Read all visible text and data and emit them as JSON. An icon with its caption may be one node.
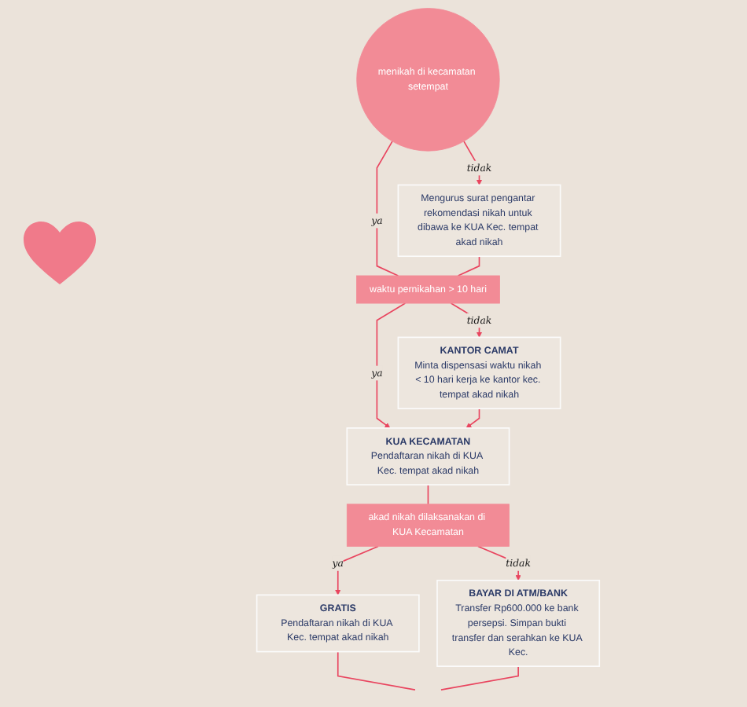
{
  "diagram": {
    "nodes": [
      {
        "text": [
          "Mengurus surat pengantar rekomendasi nikah untuk dibawa ke KUA Kec. tempat akad nikah"
        ]
      },
      {
        "text": [
          "menikah di kecamatan setempat"
        ]
      },
      {
        "text": [
          "waktu pernikahan > 10 hari"
        ]
      },
      {
        "text": [
          "KUA KECAMATAN",
          "Pendaftaran nikah di KUA Kec. tempat akad nikah"
        ]
      },
      {
        "text": [
          "KANTOR CAMAT",
          "Minta dispensasi waktu nikah < 10 hari kerja ke kantor kec. tempat akad nikah"
        ]
      },
      {
        "text": [
          "akad nikah dilaksanakan di KUA Kecamatan"
        ]
      },
      {
        "text": [
          "GRATIS",
          "Pendaftaran nikah di KUA Kec. tempat akad nikah"
        ]
      },
      {
        "text": [
          "BAYAR DI ATM/BANK",
          "Transfer Rp600.000 ke bank persepsi. Simpan bukti transfer dan serahkan ke KUA Kec."
        ]
      }
    ],
    "edges": [
      {
        "from": 1,
        "to": 0,
        "arrow": "to",
        "label": "tidak"
      },
      {
        "from": 1,
        "to": 2,
        "arrow": "none",
        "label": "ya"
      },
      {
        "from": 0,
        "to": 2,
        "arrow": "none"
      },
      {
        "from": 2,
        "to": 3,
        "arrow": "to",
        "label": "ya"
      },
      {
        "from": 2,
        "to": 4,
        "arrow": "to",
        "label": "tidak"
      },
      {
        "from": 4,
        "to": 3,
        "arrow": "to"
      },
      {
        "from": 3,
        "to": 5,
        "arrow": "none"
      },
      {
        "from": 5,
        "to": 6,
        "arrow": "to",
        "label": "ya"
      },
      {
        "from": 5,
        "to": 7,
        "arrow": "to",
        "label": "tidak"
      },
      {
        "from": 6,
        "to": null,
        "arrow": "none"
      },
      {
        "from": 7,
        "to": null,
        "arrow": "none"
      }
    ]
  }
}
